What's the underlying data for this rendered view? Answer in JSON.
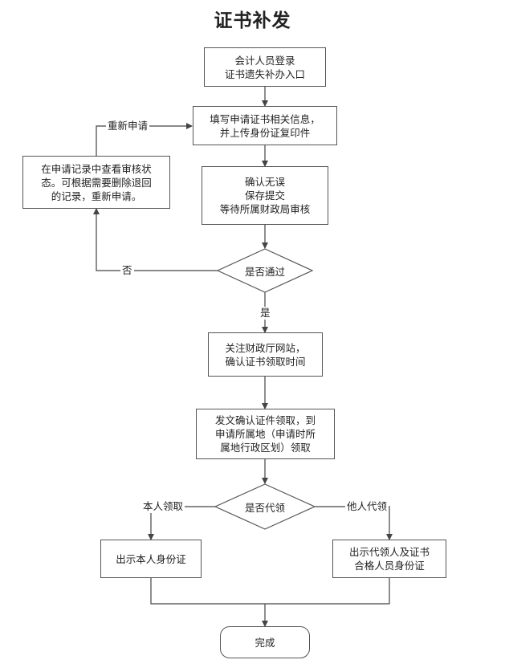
{
  "title": "证书补发",
  "nodes": {
    "login": "会计人员登录\n证书遗失补办入口",
    "fill": "填写申请证书相关信息，\n并上传身份证复印件",
    "confirm": "确认无误\n保存提交\n等待所属财政局审核",
    "approved": "是否通过",
    "check_status": "在申请记录中查看审核状\n态。可根据需要删除退回\n的记录，重新申请。",
    "follow": "关注财政厅网站，\n确认证书领取时间",
    "collect": "发文确认证件领取，到\n申请所属地（申请时所\n属地行政区划）领取",
    "proxy": "是否代领",
    "self_id": "出示本人身份证",
    "proxy_id": "出示代领人及证书\n合格人员身份证",
    "done": "完成"
  },
  "edges": {
    "reapply": "重新申请",
    "no": "否",
    "yes": "是",
    "self": "本人领取",
    "other": "他人代领"
  }
}
